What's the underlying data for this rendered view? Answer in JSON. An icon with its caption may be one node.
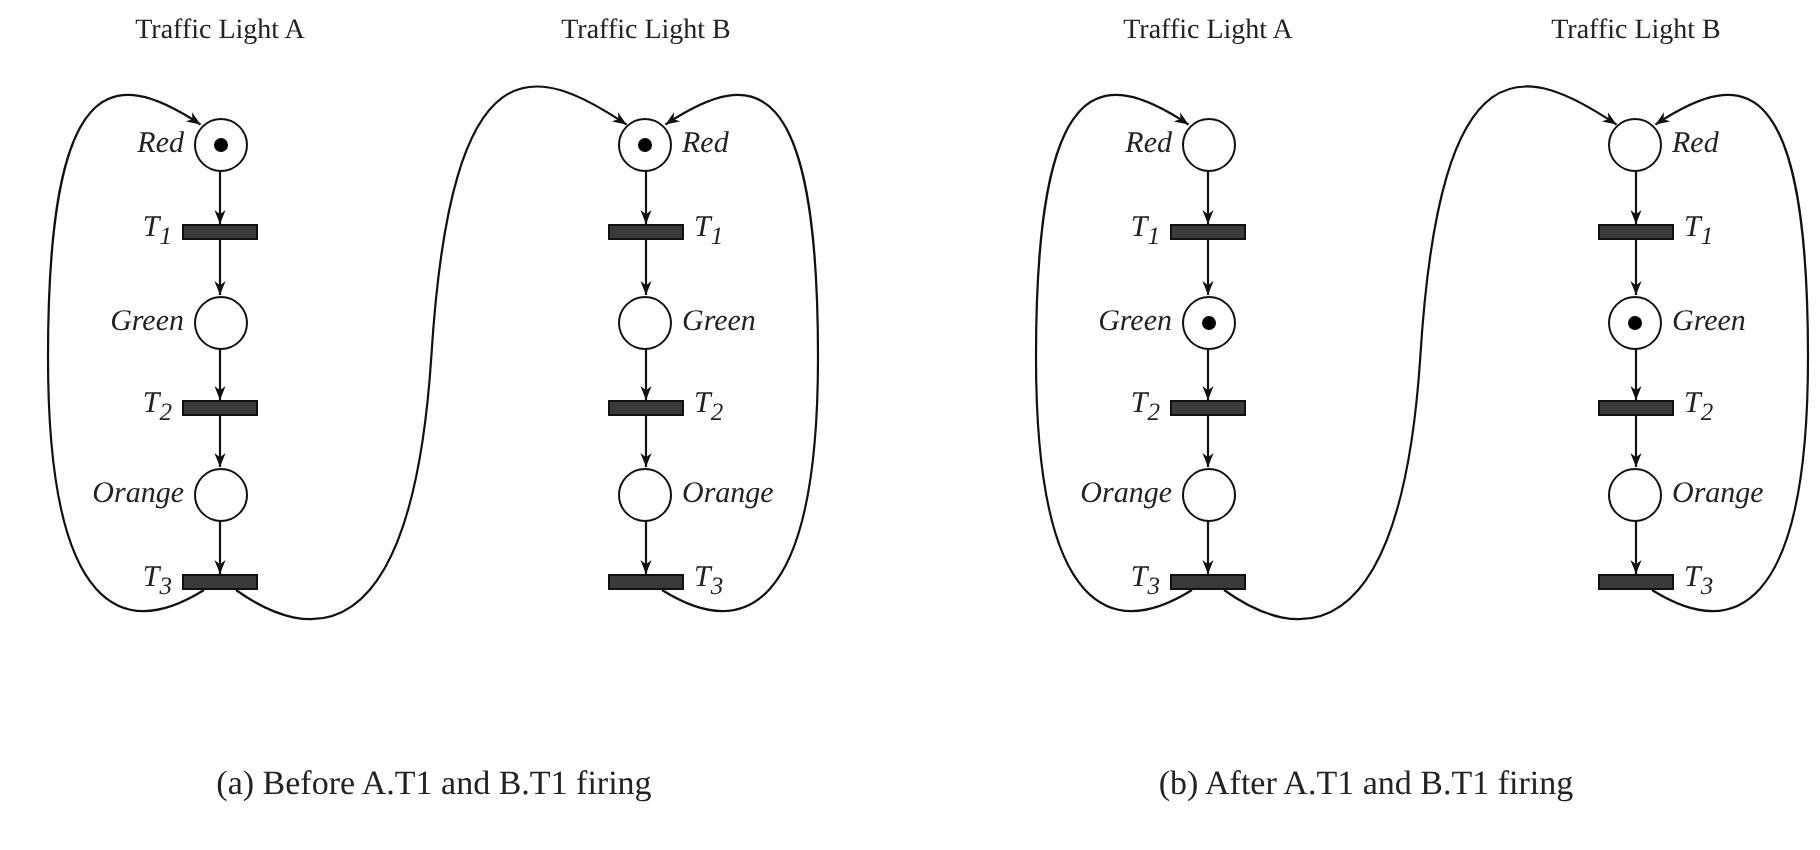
{
  "diagram": {
    "nodes": [
      {
        "text": [
          "Red"
        ]
      },
      {
        "text": [
          "T$_{1}$"
        ]
      },
      {
        "text": [
          "Green"
        ]
      },
      {
        "text": [
          "T$_{2}$"
        ]
      },
      {
        "text": [
          "Orange"
        ]
      },
      {
        "text": [
          "T$_{3}$"
        ]
      },
      {
        "text": [
          "Red"
        ]
      },
      {
        "text": [
          "T$_{1}$"
        ]
      },
      {
        "text": [
          "Green"
        ]
      },
      {
        "text": [
          "T$_{2}$"
        ]
      },
      {
        "text": [
          "Orange"
        ]
      },
      {
        "text": [
          "T$_{3}$"
        ]
      },
      {
        "text": [
          "Red"
        ]
      },
      {
        "text": [
          "T$_{1}$"
        ]
      },
      {
        "text": [
          "Green"
        ]
      },
      {
        "text": [
          "T$_{2}$"
        ]
      },
      {
        "text": [
          "Orange"
        ]
      },
      {
        "text": [
          "T$_{3}$"
        ]
      },
      {
        "text": [
          "Red"
        ]
      },
      {
        "text": [
          "T$_{1}$"
        ]
      },
      {
        "text": [
          "Green"
        ]
      },
      {
        "text": [
          "T$_{2}$"
        ]
      },
      {
        "text": [
          "Orange"
        ]
      },
      {
        "text": [
          "T$_{3}$"
        ]
      }
    ],
    "edges": [
      {
        "from": 0,
        "to": 1,
        "arrow": "to"
      },
      {
        "from": 1,
        "to": 2,
        "arrow": "to"
      },
      {
        "from": 2,
        "to": 3,
        "arrow": "to"
      },
      {
        "from": 3,
        "to": 4,
        "arrow": "to"
      },
      {
        "from": 4,
        "to": 5,
        "arrow": "to"
      },
      {
        "from": 5,
        "to": 0,
        "arrow": "to"
      },
      {
        "from": 5,
        "to": 6,
        "arrow": "to"
      },
      {
        "from": 6,
        "to": 7,
        "arrow": "to"
      },
      {
        "from": 7,
        "to": 8,
        "arrow": "to"
      },
      {
        "from": 8,
        "to": 9,
        "arrow": "to"
      },
      {
        "from": 9,
        "to": 10,
        "arrow": "to"
      },
      {
        "from": 10,
        "to": 11,
        "arrow": "to"
      },
      {
        "from": 11,
        "to": 6,
        "arrow": "to"
      },
      {
        "from": 12,
        "to": 13,
        "arrow": "to"
      },
      {
        "from": 13,
        "to": 14,
        "arrow": "to"
      },
      {
        "from": 14,
        "to": 15,
        "arrow": "to"
      },
      {
        "from": 15,
        "to": 16,
        "arrow": "to"
      },
      {
        "from": 16,
        "to": 17,
        "arrow": "to"
      },
      {
        "from": 17,
        "to": 12,
        "arrow": "to"
      },
      {
        "from": 17,
        "to": 18,
        "arrow": "to"
      },
      {
        "from": 18,
        "to": 19,
        "arrow": "to"
      },
      {
        "from": 19,
        "to": 20,
        "arrow": "to"
      },
      {
        "from": 20,
        "to": 21,
        "arrow": "to"
      },
      {
        "from": 21,
        "to": 22,
        "arrow": "to"
      },
      {
        "from": 22,
        "to": 23,
        "arrow": "to"
      },
      {
        "from": 23,
        "to": 18,
        "arrow": "to"
      }
    ],
    "labels": [
      "Traffic Light A",
      "Traffic Light B",
      "Traffic Light A",
      "Traffic Light B",
      "(a) Before A.T1 and B.T1 firing",
      "(b) After A.T1 and B.T1 firing"
    ]
  }
}
